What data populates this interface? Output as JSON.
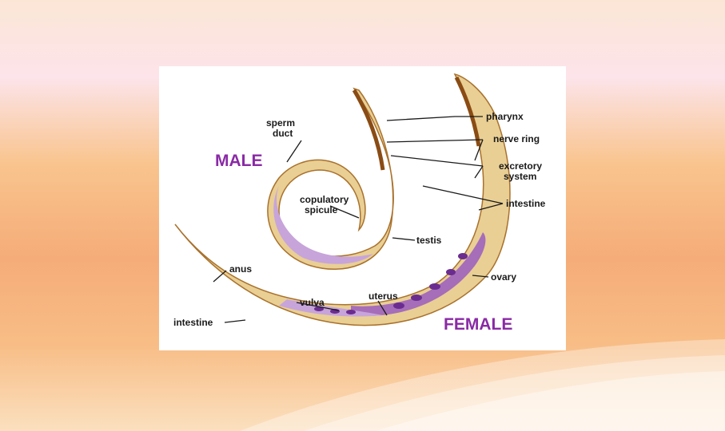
{
  "slide": {
    "background_colors": [
      "#fbe6d6",
      "#fce4ea",
      "#f9c48e",
      "#f5ac78",
      "#fbe0bf"
    ]
  },
  "diagram": {
    "sex_labels": {
      "male": "MALE",
      "female": "FEMALE"
    },
    "labels": {
      "sperm_duct_line1": "sperm",
      "sperm_duct_line2": "duct",
      "copulatory_spicule_line1": "copulatory",
      "copulatory_spicule_line2": "spicule",
      "pharynx": "pharynx",
      "nerve_ring": "nerve ring",
      "excretory_system_line1": "excretory",
      "excretory_system_line2": "system",
      "intestine_upper": "intestine",
      "testis": "testis",
      "ovary": "ovary",
      "anus": "anus",
      "vulva": "vulva",
      "uterus": "uterus",
      "intestine_lower": "intestine"
    },
    "colors": {
      "body_wall": "#e9cf94",
      "body_outline": "#a9712c",
      "male_gonad": "#c7a4da",
      "female_gonad": "#9a5cc0",
      "egg_dots": "#6a2d8f",
      "label_purple": "#8a2aa5"
    }
  }
}
